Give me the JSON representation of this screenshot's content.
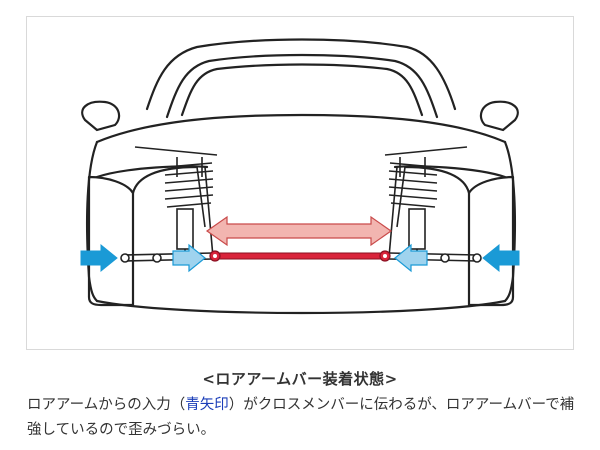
{
  "caption": {
    "title": "<ロアアームバー装着状態>",
    "text_before": "ロアアームからの入力（",
    "text_highlight": "青矢印",
    "text_after": "）がクロスメンバーに伝わるが、ロアアームバーで補強しているので歪みづらい。"
  },
  "colors": {
    "input_arrow": "#1a9ad6",
    "input_arrow_light": "#9fd3ee",
    "bar": "#d9243b",
    "strain_arrow": "#f2b5b0",
    "strain_arrow_stroke": "#c94a4a",
    "highlight_text": "#1a3db8"
  }
}
